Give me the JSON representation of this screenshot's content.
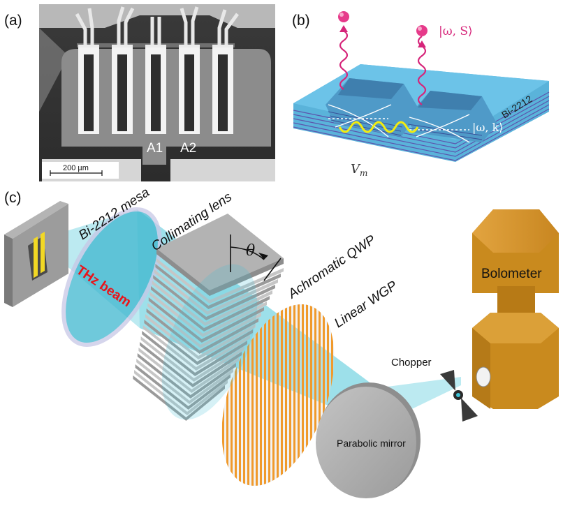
{
  "panel_labels": {
    "a": "(a)",
    "b": "(b)",
    "c": "(c)"
  },
  "sem": {
    "mesa_labels": [
      "A1",
      "A2"
    ],
    "scale_bar": "200 µm"
  },
  "schematic": {
    "material": "Bi-2212",
    "state_emitted": "|ω, S⟩",
    "state_internal": "|ω, k⟩",
    "voltage": "V",
    "voltage_sub": "m"
  },
  "setup": {
    "labels": {
      "mesa": "Bi-2212 mesa",
      "lens": "Collimating lens",
      "beam": "THz beam",
      "angle": "θ",
      "qwp": "Achromatic QWP",
      "wgp": "Linear WGP",
      "chopper": "Chopper",
      "bolometer": "Bolometer",
      "mirror": "Parabolic mirror"
    },
    "colors": {
      "beam": "#3fc3d6",
      "beam_text": "#e8141a",
      "qwp": "#a4a4a4",
      "wgp_stripes": "#f09a2c",
      "bolometer": "#cf8f22",
      "emission": "#d6257a",
      "coupling": "#f2ec10",
      "crystal": "#62b8dc"
    }
  }
}
